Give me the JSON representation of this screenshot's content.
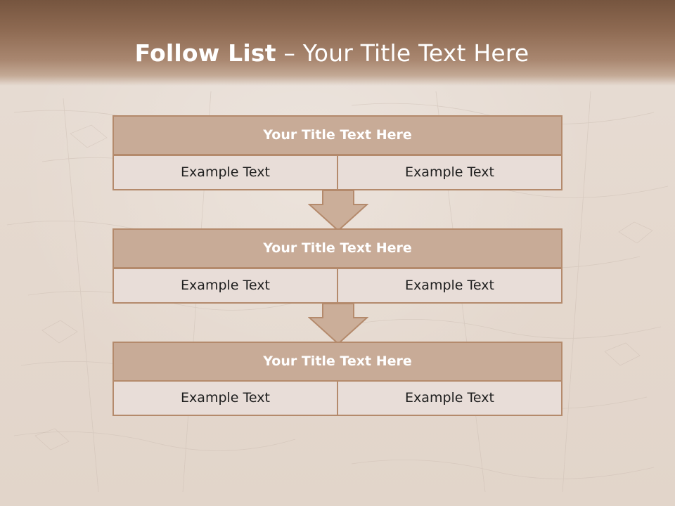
{
  "slide": {
    "title_bold": "Follow List",
    "title_rest": " – Your Title Text Here"
  },
  "steps": [
    {
      "title": "Your Title Text Here",
      "left_text": "Example Text",
      "right_text": "Example Text"
    },
    {
      "title": "Your Title Text Here",
      "left_text": "Example Text",
      "right_text": "Example Text"
    },
    {
      "title": "Your Title Text Here",
      "left_text": "Example Text",
      "right_text": "Example Text"
    }
  ],
  "colors": {
    "header_band": "#8e6a52",
    "box_title_fill": "#c8ab97",
    "box_border": "#b48a6c",
    "cell_fill": "#e8ddd8",
    "arrow_fill": "#cbae99"
  }
}
